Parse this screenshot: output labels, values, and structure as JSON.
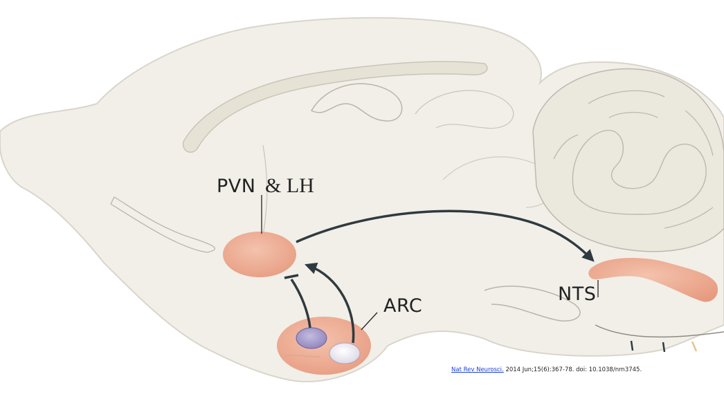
{
  "labels": {
    "pvn": "PVN",
    "lh": "& LH",
    "arc": "ARC",
    "nts": "NTS"
  },
  "citation": {
    "journal": "Nat Rev Neurosci.",
    "details": " 2014 Jun;15(6):367-78. doi: 10.1038/nrn3745."
  },
  "colors": {
    "brain_fill": "#f1efe8",
    "brain_stroke": "#d9d5cb",
    "inner_stroke": "#b9b4aa",
    "nucleus": "#e9a187",
    "nucleus_light": "#f3c3ae",
    "arrow": "#2f3a40",
    "neuron_purple": "#9d92c4",
    "neuron_white": "#eeeaf2",
    "link": "#1a3fd6"
  }
}
